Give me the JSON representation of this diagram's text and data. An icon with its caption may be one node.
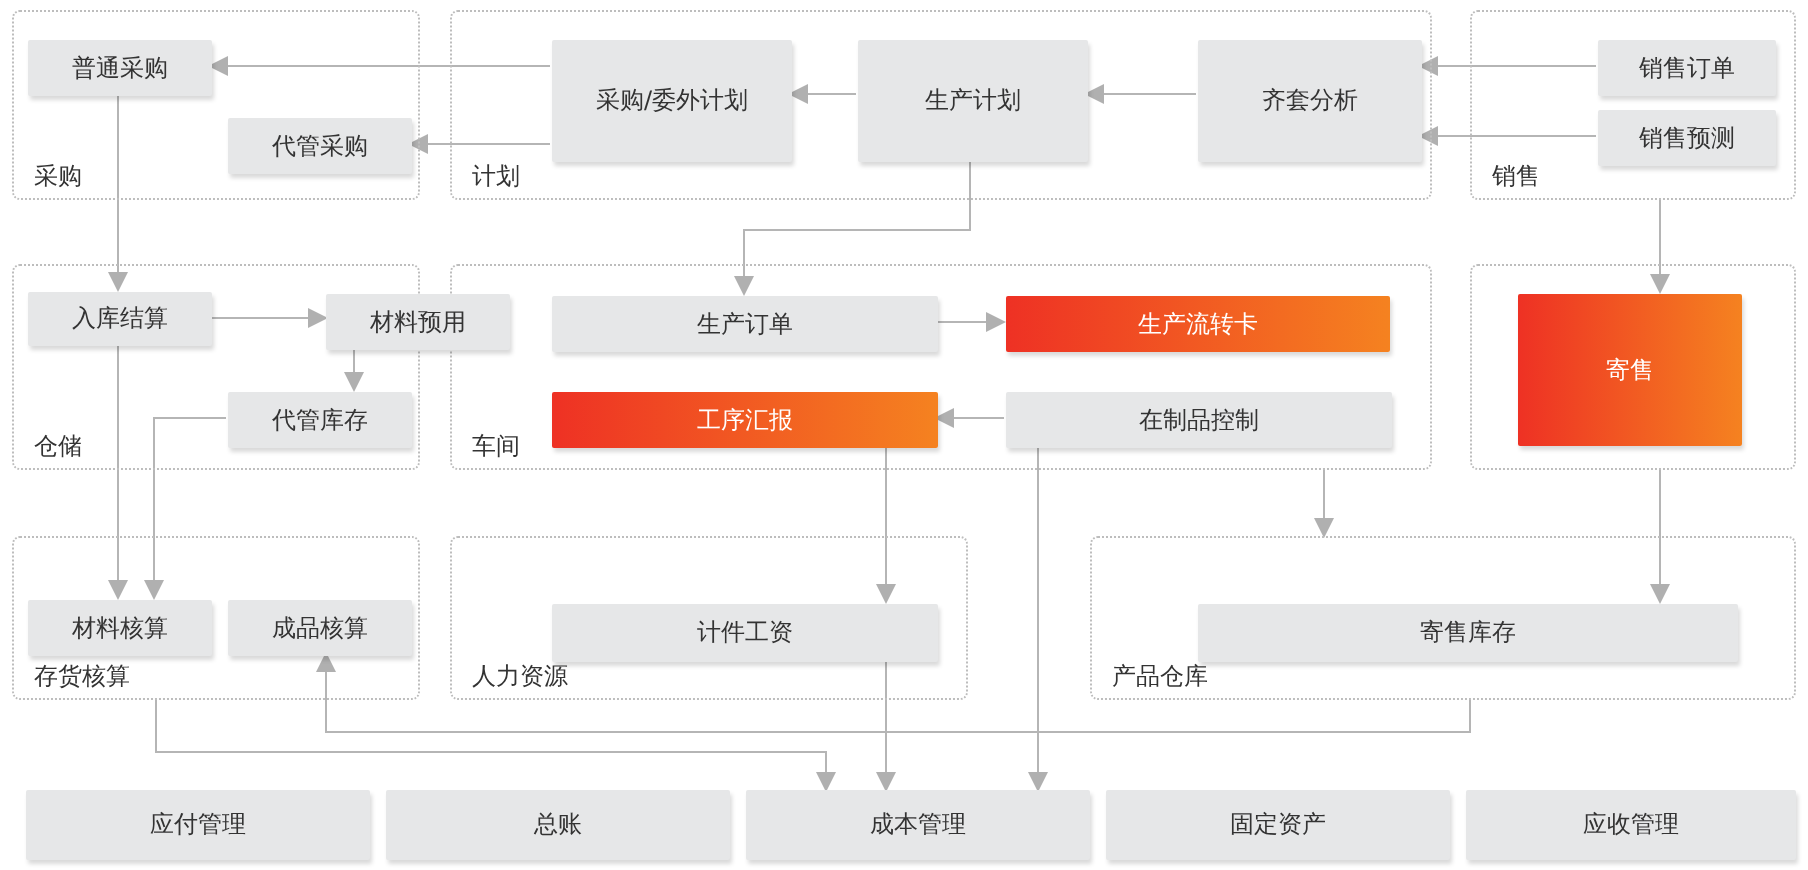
{
  "diagram": {
    "nodes": [
      {
        "text": [
          "采购"
        ]
      },
      {
        "text": [
          "普通采购"
        ],
        "in": 0
      },
      {
        "text": [
          "代管采购"
        ],
        "in": 0
      },
      {
        "text": [
          "计划"
        ]
      },
      {
        "text": [
          "采购/委外计划"
        ],
        "in": 3
      },
      {
        "text": [
          "生产计划"
        ],
        "in": 3
      },
      {
        "text": [
          "齐套分析"
        ],
        "in": 3
      },
      {
        "text": [
          "销售"
        ]
      },
      {
        "text": [
          "销售订单"
        ],
        "in": 7
      },
      {
        "text": [
          "销售预测"
        ],
        "in": 7
      },
      {
        "text": [
          "仓储"
        ]
      },
      {
        "text": [
          "入库结算"
        ],
        "in": 10
      },
      {
        "text": [
          "材料预用"
        ]
      },
      {
        "text": [
          "代管库存"
        ],
        "in": 10
      },
      {
        "text": [
          "车间"
        ]
      },
      {
        "text": [
          "生产订单"
        ],
        "in": 14
      },
      {
        "text": [
          "生产流转卡"
        ],
        "in": 14
      },
      {
        "text": [
          "工序汇报"
        ],
        "in": 14
      },
      {
        "text": [
          "在制品控制"
        ],
        "in": 14
      },
      {
        "text": [],
        "shape": "box"
      },
      {
        "text": [
          "寄售"
        ],
        "in": 19
      },
      {
        "text": [
          "存货核算"
        ]
      },
      {
        "text": [
          "材料核算"
        ],
        "in": 21
      },
      {
        "text": [
          "成品核算"
        ],
        "in": 21
      },
      {
        "text": [
          "人力资源"
        ]
      },
      {
        "text": [
          "计件工资"
        ],
        "in": 24
      },
      {
        "text": [
          "产品仓库"
        ]
      },
      {
        "text": [
          "寄售库存"
        ],
        "in": 26
      },
      {
        "text": [
          "应付管理"
        ]
      },
      {
        "text": [
          "总账"
        ]
      },
      {
        "text": [
          "成本管理"
        ]
      },
      {
        "text": [
          "固定资产"
        ]
      },
      {
        "text": [
          "应收管理"
        ]
      }
    ],
    "edges": [
      {
        "from": 4,
        "to": 1,
        "arrow": "to"
      },
      {
        "from": 4,
        "to": 2,
        "arrow": "to"
      },
      {
        "from": 5,
        "to": 4,
        "arrow": "to"
      },
      {
        "from": 6,
        "to": 5,
        "arrow": "to"
      },
      {
        "from": 8,
        "to": 6,
        "arrow": "to"
      },
      {
        "from": 9,
        "to": 6,
        "arrow": "to"
      },
      {
        "from": 1,
        "to": 11,
        "arrow": "to"
      },
      {
        "from": 5,
        "to": 15,
        "arrow": "to"
      },
      {
        "from": 7,
        "to": 20,
        "arrow": "to"
      },
      {
        "from": 11,
        "to": 12,
        "arrow": "to"
      },
      {
        "from": 12,
        "to": 13,
        "arrow": "to"
      },
      {
        "from": 11,
        "to": 22,
        "arrow": "to"
      },
      {
        "from": 13,
        "to": 22,
        "arrow": "to"
      },
      {
        "from": 15,
        "to": 16,
        "arrow": "to"
      },
      {
        "from": 18,
        "to": 17,
        "arrow": "to"
      },
      {
        "from": 17,
        "to": 25,
        "arrow": "to"
      },
      {
        "from": 18,
        "to": 30,
        "arrow": "to"
      },
      {
        "from": 14,
        "to": 26,
        "arrow": "to"
      },
      {
        "from": 19,
        "to": 27,
        "arrow": "to"
      },
      {
        "from": 21,
        "to": 30,
        "arrow": "to"
      },
      {
        "from": 26,
        "to": 23,
        "arrow": "to"
      },
      {
        "from": 25,
        "to": 30,
        "arrow": "to"
      }
    ]
  }
}
